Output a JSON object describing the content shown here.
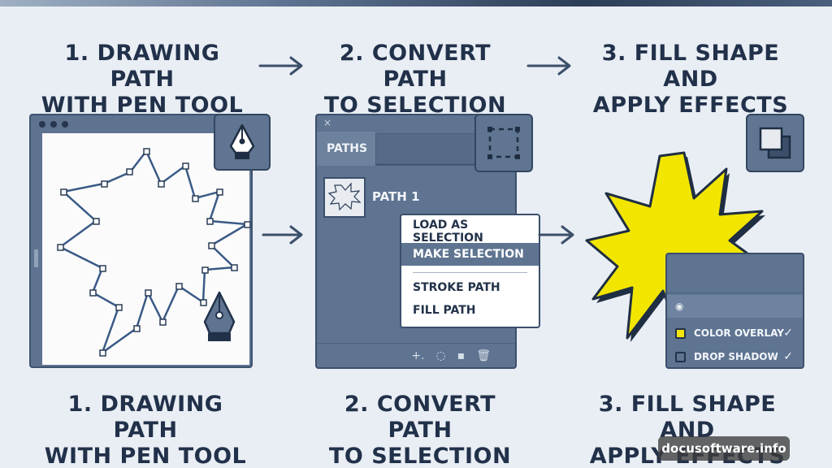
{
  "steps": [
    {
      "line1": "1. DRAWING PATH",
      "line2": "WITH PEN TOOL"
    },
    {
      "line1": "2. CONVERT PATH",
      "line2": "TO SELECTION"
    },
    {
      "line1": "3. FILL SHAPE AND",
      "line2": "APPLY EFFECTS"
    }
  ],
  "paths_panel": {
    "close_glyph": "×",
    "tab_label": "PATHS",
    "path_name": "PATH 1",
    "footer_icons": [
      "+.",
      "◌",
      "▪",
      "🗑"
    ]
  },
  "context_menu": {
    "items": [
      "LOAD AS SELECTION",
      "MAKE SELECTION",
      "STROKE PATH",
      "FILL PATH"
    ],
    "active_index": 1
  },
  "effects_panel": {
    "effects": [
      {
        "label": "COLOR OVERLAY",
        "swatch": "#f2e600",
        "checked": "✓"
      },
      {
        "label": "DROP SHADOW",
        "swatch": "#5e7491",
        "checked": "✓"
      }
    ]
  },
  "icons": [
    "pen-tool-icon",
    "marquee-selection-icon",
    "layer-effects-icon",
    "arrow-right-icon"
  ],
  "colors": {
    "accent_yellow": "#f2e600",
    "panel_blue": "#5e7491",
    "navy": "#22314a",
    "background": "#e9eef4"
  },
  "watermark": "docusoftware.info"
}
